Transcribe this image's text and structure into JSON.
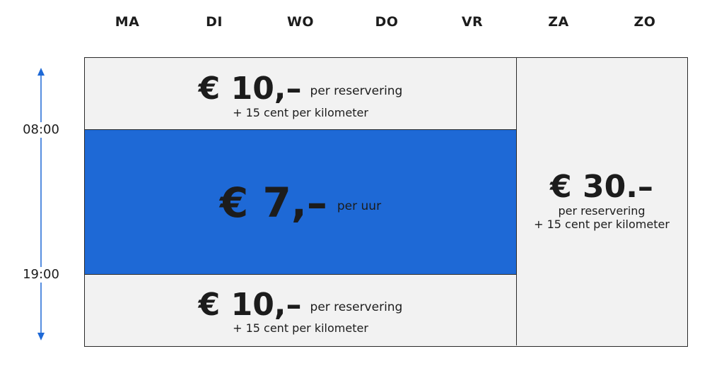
{
  "days": [
    "MA",
    "DI",
    "WO",
    "DO",
    "VR",
    "ZA",
    "ZO"
  ],
  "times": {
    "start": "08:00",
    "end": "19:00"
  },
  "weekday_early": {
    "price": "€ 10,–",
    "unit": "per reservering",
    "extra": "+ 15 cent per kilometer"
  },
  "weekday_day": {
    "price": "€ 7,–",
    "unit": "per uur"
  },
  "weekday_late": {
    "price": "€ 10,–",
    "unit": "per reservering",
    "extra": "+ 15 cent per kilometer"
  },
  "weekend": {
    "price": "€ 30.–",
    "unit": "per reservering",
    "extra": "+ 15 cent per kilometer"
  },
  "colors": {
    "accent": "#1e69d6",
    "cell": "#f2f2f2",
    "border": "#2a2a2a",
    "axis": "#1e69d6"
  }
}
